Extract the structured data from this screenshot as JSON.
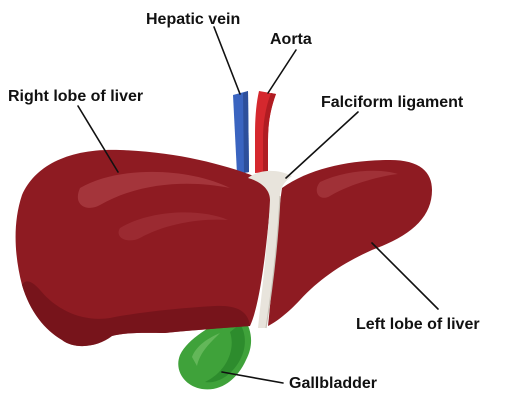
{
  "labels": {
    "hepatic_vein": "Hepatic vein",
    "aorta": "Aorta",
    "right_lobe": "Right lobe of liver",
    "falciform": "Falciform ligament",
    "left_lobe": "Left lobe of liver",
    "gallbladder": "Gallbladder"
  },
  "colors": {
    "liver": "#8e1b22",
    "liver_dark": "#6e1118",
    "liver_highlight": "#a83a40",
    "hepatic_vein": "#3a64c0",
    "aorta": "#d5282e",
    "ligament": "#e8e4dc",
    "gallbladder": "#3fa23a",
    "gallbladder_dark": "#1f7a22",
    "label_text": "#111111"
  }
}
